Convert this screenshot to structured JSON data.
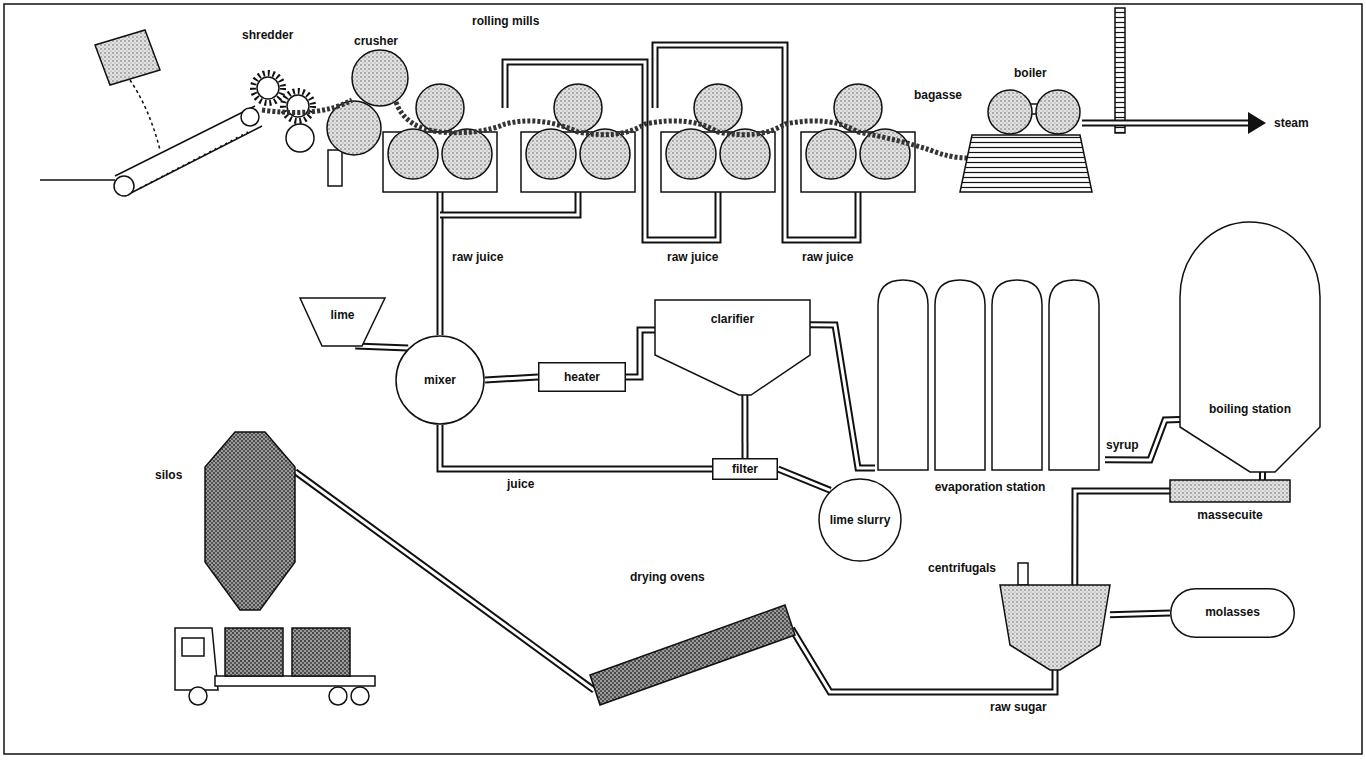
{
  "diagram": {
    "nodes": [
      {
        "text": [
          "lime"
        ]
      },
      {
        "text": [
          "mixer"
        ]
      },
      {
        "text": [
          "heater"
        ]
      },
      {
        "text": [
          "clarifier"
        ]
      },
      {
        "text": [
          "filter"
        ]
      },
      {
        "text": [
          "lime slurry"
        ]
      },
      {
        "text": [
          "evaporation station"
        ]
      },
      {
        "text": [
          "boiling station"
        ]
      },
      {
        "text": [
          "massecuite"
        ]
      },
      {
        "text": [
          "centrifugals"
        ]
      },
      {
        "text": [
          "molasses"
        ]
      },
      {
        "text": [
          "drying ovens"
        ]
      },
      {
        "text": [
          "silos"
        ]
      }
    ],
    "edges": [
      {
        "from": 0,
        "to": 1,
        "arrow": "none"
      },
      {
        "from": 1,
        "to": 2,
        "arrow": "none"
      },
      {
        "from": 2,
        "to": 3,
        "arrow": "none"
      },
      {
        "from": 3,
        "to": 4,
        "arrow": "none"
      },
      {
        "from": 4,
        "to": 1,
        "label": "juice",
        "arrow": "none"
      },
      {
        "from": 4,
        "to": 5,
        "arrow": "none"
      },
      {
        "from": 3,
        "to": 6,
        "arrow": "none"
      },
      {
        "from": 6,
        "to": 7,
        "label": "syrup",
        "arrow": "none"
      },
      {
        "from": 7,
        "to": 8,
        "arrow": "none"
      },
      {
        "from": 8,
        "to": 9,
        "arrow": "none"
      },
      {
        "from": 9,
        "to": 10,
        "arrow": "none"
      },
      {
        "from": 9,
        "to": 11,
        "label": "raw sugar",
        "arrow": "none"
      },
      {
        "from": 11,
        "to": 12,
        "arrow": "none"
      }
    ],
    "labels": [
      "shredder",
      "crusher",
      "rolling mills",
      "bagasse",
      "boiler",
      "steam",
      "raw juice",
      "raw juice",
      "raw juice"
    ]
  }
}
